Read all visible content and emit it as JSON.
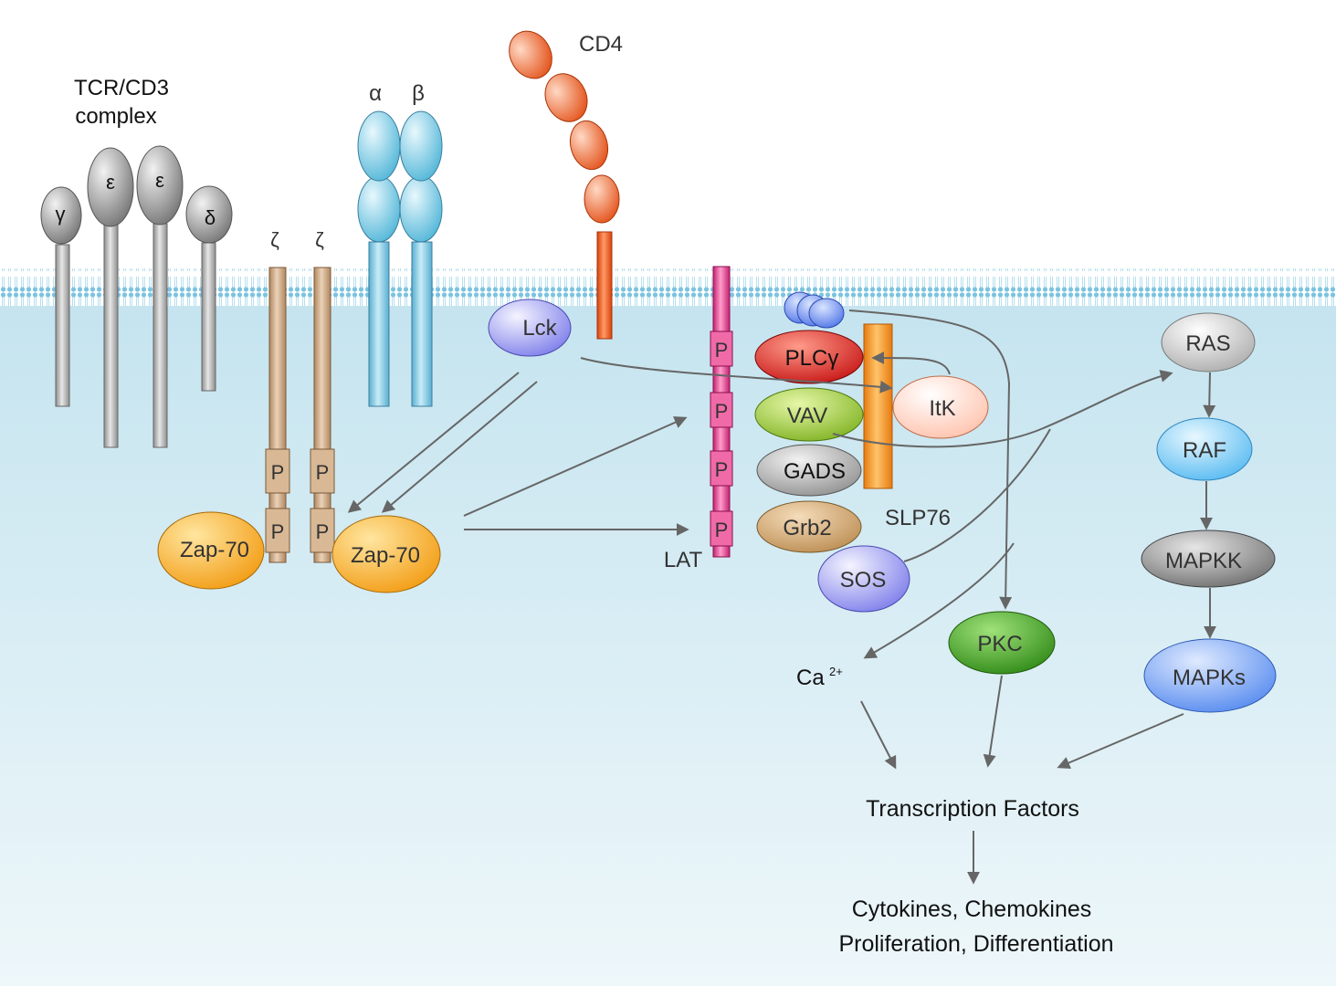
{
  "labels": {
    "tcr_complex": [
      "TCR/CD3",
      "complex"
    ],
    "gamma": "γ",
    "epsilon1": "ε",
    "epsilon2": "ε",
    "delta": "δ",
    "zeta1": "ζ",
    "zeta2": "ζ",
    "alpha": "α",
    "beta": "β",
    "cd4": "CD4",
    "lck": "Lck",
    "zap70_left": "Zap-70",
    "zap70_right": "Zap-70",
    "phospho": "P",
    "lat": "LAT",
    "plc": "PLCγ",
    "vav": "VAV",
    "gads": "GADS",
    "grb2": "Grb2",
    "sos": "SOS",
    "slp76": "SLP76",
    "itk": "ItK",
    "ras": "RAS",
    "raf": "RAF",
    "mapkk": "MAPKK",
    "mapks": "MAPKs",
    "pkc": "PKC",
    "ca": "Ca",
    "ca_sup": "2+",
    "transcription": "Transcription Factors",
    "outcome_line1": "Cytokines, Chemokines",
    "outcome_line2": "Proliferation, Differentiation"
  },
  "colors": {
    "membrane": "#8fcfe6",
    "cytoplasm_top": "#c7e6f1",
    "cytoplasm_bottom": "#eef7fa",
    "gray_receptor": "#a9a9a9",
    "zeta": "#c9a27e",
    "alpha_beta": "#8fd3ea",
    "cd4": "#f0662b",
    "lck": "#9a9af2",
    "zap70": "#f6a91f",
    "lat": "#e04a96",
    "plc": "#d81f1f",
    "vav": "#8fc42a",
    "gads": "#9a9a9a",
    "grb2": "#c79a63",
    "sos": "#9a9af2",
    "slp76_bar": "#f49a2a",
    "itk": "#ffd2c2",
    "ras": "#c6c6c6",
    "raf": "#7ccdf7",
    "mapkk": "#8a8a8a",
    "mapks": "#7aa8f5",
    "pkc": "#3a9a1e",
    "arrow": "#666666"
  }
}
